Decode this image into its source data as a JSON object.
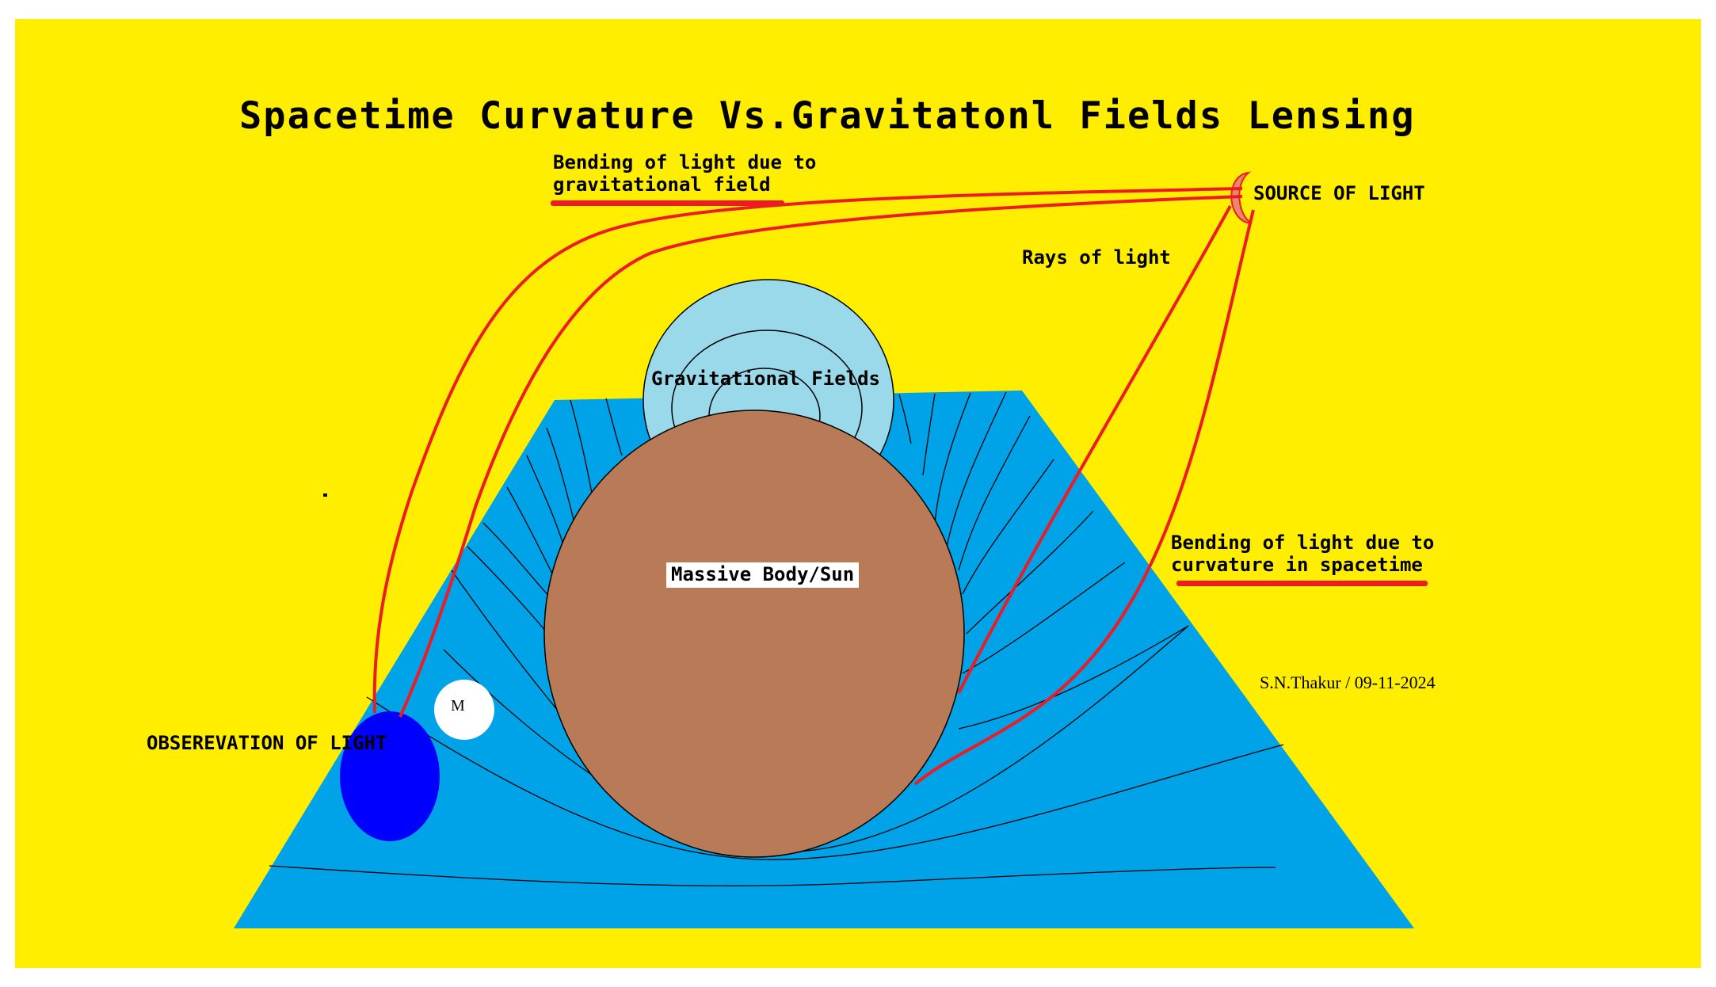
{
  "title": "Spacetime Curvature Vs.Gravitatonl Fields Lensing",
  "labels": {
    "bending_field_line1": "Bending of light due to",
    "bending_field_line2": "gravitational field",
    "source": "SOURCE OF LIGHT",
    "rays": "Rays of light",
    "grav_fields": "Gravitational Fields",
    "massive_body": "Massive Body/Sun",
    "bending_curv_line1": "Bending of light due to",
    "bending_curv_line2": "curvature in spacetime",
    "moon": "M",
    "observation": "OBSEREVATION OF LIGHT",
    "author": "S.N.Thakur / 09-11-2024"
  },
  "colors": {
    "background": "#ffee00",
    "spacetime_fabric": "#00a2e8",
    "gravitational_field": "#99d9ea",
    "massive_body": "#b97a57",
    "observer": "#0000ff",
    "moon": "#ffffff",
    "source": "#e8896a",
    "light_rays": "#ed1c24",
    "label_highlight": "#ffffff"
  }
}
